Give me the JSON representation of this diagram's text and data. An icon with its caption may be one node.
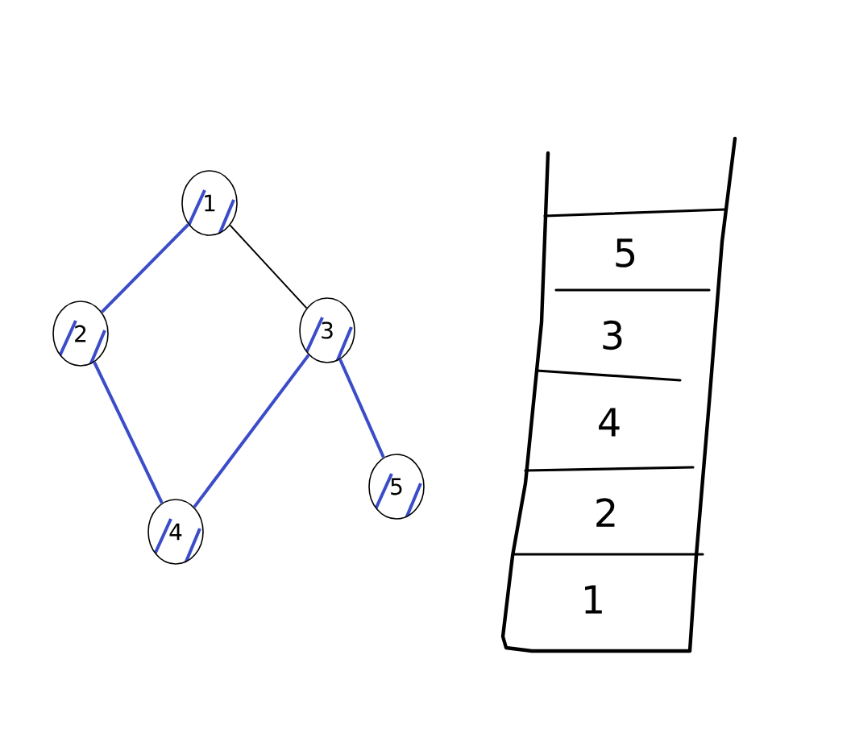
{
  "diagram": {
    "nodes": [
      {
        "text": [
          "1"
        ]
      },
      {
        "text": [
          "2"
        ]
      },
      {
        "text": [
          "3"
        ]
      },
      {
        "text": [
          "4"
        ]
      },
      {
        "text": [
          "5"
        ]
      },
      {
        "text": [
          "5"
        ]
      },
      {
        "text": [
          "3"
        ]
      },
      {
        "text": [
          "4"
        ]
      },
      {
        "text": [
          "2"
        ]
      },
      {
        "text": [
          "1"
        ]
      }
    ],
    "edges": [
      {
        "from": 0,
        "to": 1,
        "arrow": "none"
      },
      {
        "from": 0,
        "to": 2,
        "arrow": "none",
        "color": "#000000"
      },
      {
        "from": 1,
        "to": 3,
        "arrow": "none"
      },
      {
        "from": 2,
        "to": 3,
        "arrow": "none"
      },
      {
        "from": 2,
        "to": 4,
        "arrow": "none"
      }
    ]
  }
}
